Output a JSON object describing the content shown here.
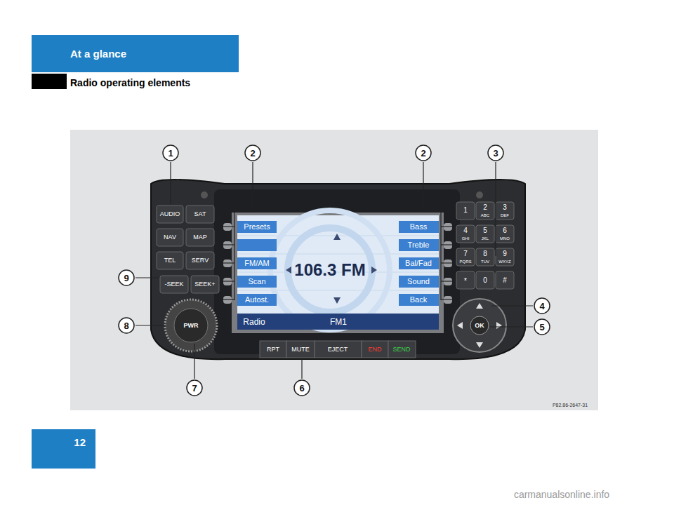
{
  "diagram": {
    "title": "Radio operating elements",
    "nodes": [
      {
        "text": [
          "At a glance"
        ]
      },
      {
        "text": [
          "12"
        ]
      }
    ],
    "labels": [
      "1",
      "2",
      "2",
      "3",
      "4",
      "5",
      "6",
      "7",
      "8",
      "9",
      "AUDIO",
      "SAT",
      "NAV",
      "MAP",
      "TEL",
      "SERV",
      "-SEEK",
      "SEEK+",
      "PWR",
      "RPT",
      "MUTE",
      "EJECT",
      "END",
      "SEND",
      "OK",
      "1",
      "2",
      "ABC",
      "3",
      "DEF",
      "4",
      "GHI",
      "5",
      "JKL",
      "6",
      "MNO",
      "7",
      "PQRS",
      "8",
      "TUV",
      "9",
      "WXYZ",
      "*",
      "0",
      "#",
      "Presets",
      "FM/AM",
      "Scan",
      "Autost.",
      "Bass",
      "Treble",
      "Bal/Fad",
      "Sound",
      "Back",
      "106.3 FM",
      "Radio",
      "FM1",
      "P82.86-2647-31",
      "carmanualsonline.info"
    ]
  }
}
